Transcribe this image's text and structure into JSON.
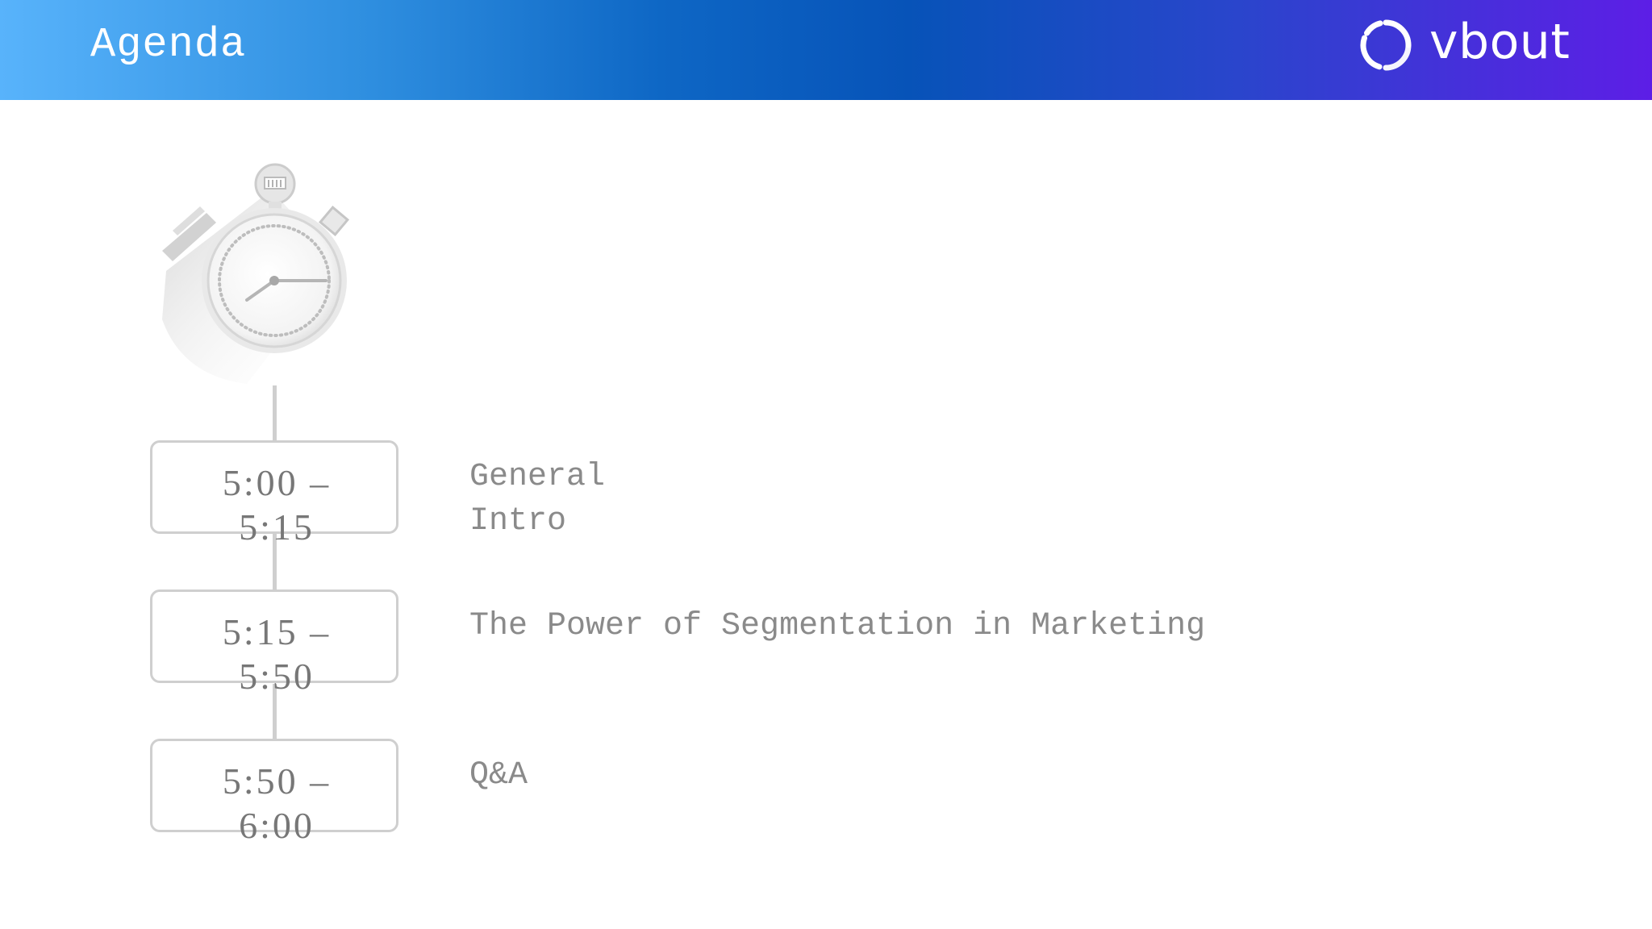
{
  "header": {
    "title": "Agenda",
    "brand_name": "vbout",
    "brand_icon": "vbout-ring-logo",
    "gradient_start": "#58b3fb",
    "gradient_end": "#5d1ee6"
  },
  "illustration": {
    "icon": "stopwatch-icon"
  },
  "agenda": {
    "items": [
      {
        "time_line1": "5:00 –",
        "time_line2": "5:15",
        "label": "General\nIntro"
      },
      {
        "time_line1": "5:15 –",
        "time_line2": "5:50",
        "label": "The Power of Segmentation in Marketing"
      },
      {
        "time_line1": "5:50 –",
        "time_line2": "6:00",
        "label": "Q&A"
      }
    ]
  },
  "colors": {
    "box_border": "#cfcfcf",
    "time_text": "#777777",
    "label_text": "#8a8a8a"
  }
}
